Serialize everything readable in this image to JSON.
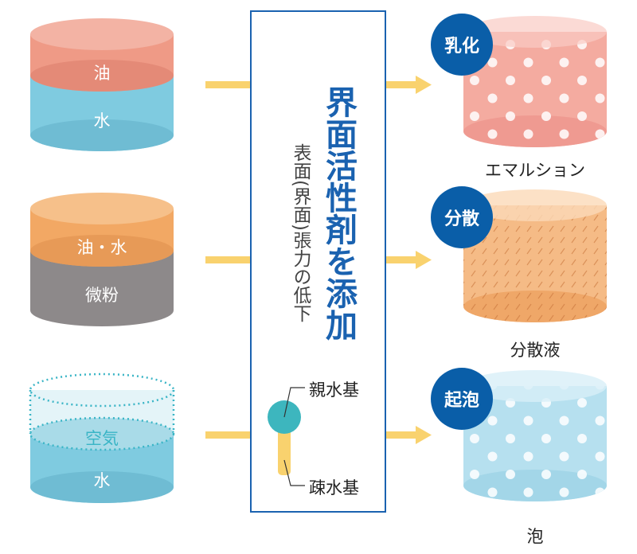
{
  "inputs": [
    {
      "top": "油",
      "bottom": "水"
    },
    {
      "top": "油・水",
      "bottom": "微粉"
    },
    {
      "top": "空気",
      "bottom": "水"
    }
  ],
  "center": {
    "title": "界面活性剤を添加",
    "subtitle": "表面(界面)張力の低下",
    "hydrophilic": "親水基",
    "hydrophobic": "疎水基"
  },
  "outputs": [
    {
      "badge": "乳化",
      "caption": "エマルション"
    },
    {
      "badge": "分散",
      "caption": "分散液"
    },
    {
      "badge": "起泡",
      "caption": "泡"
    }
  ],
  "colors": {
    "blue": "#1a62b0",
    "badge": "#0a5ea8",
    "arrow": "#f9d26e",
    "teal": "#3db6be"
  }
}
